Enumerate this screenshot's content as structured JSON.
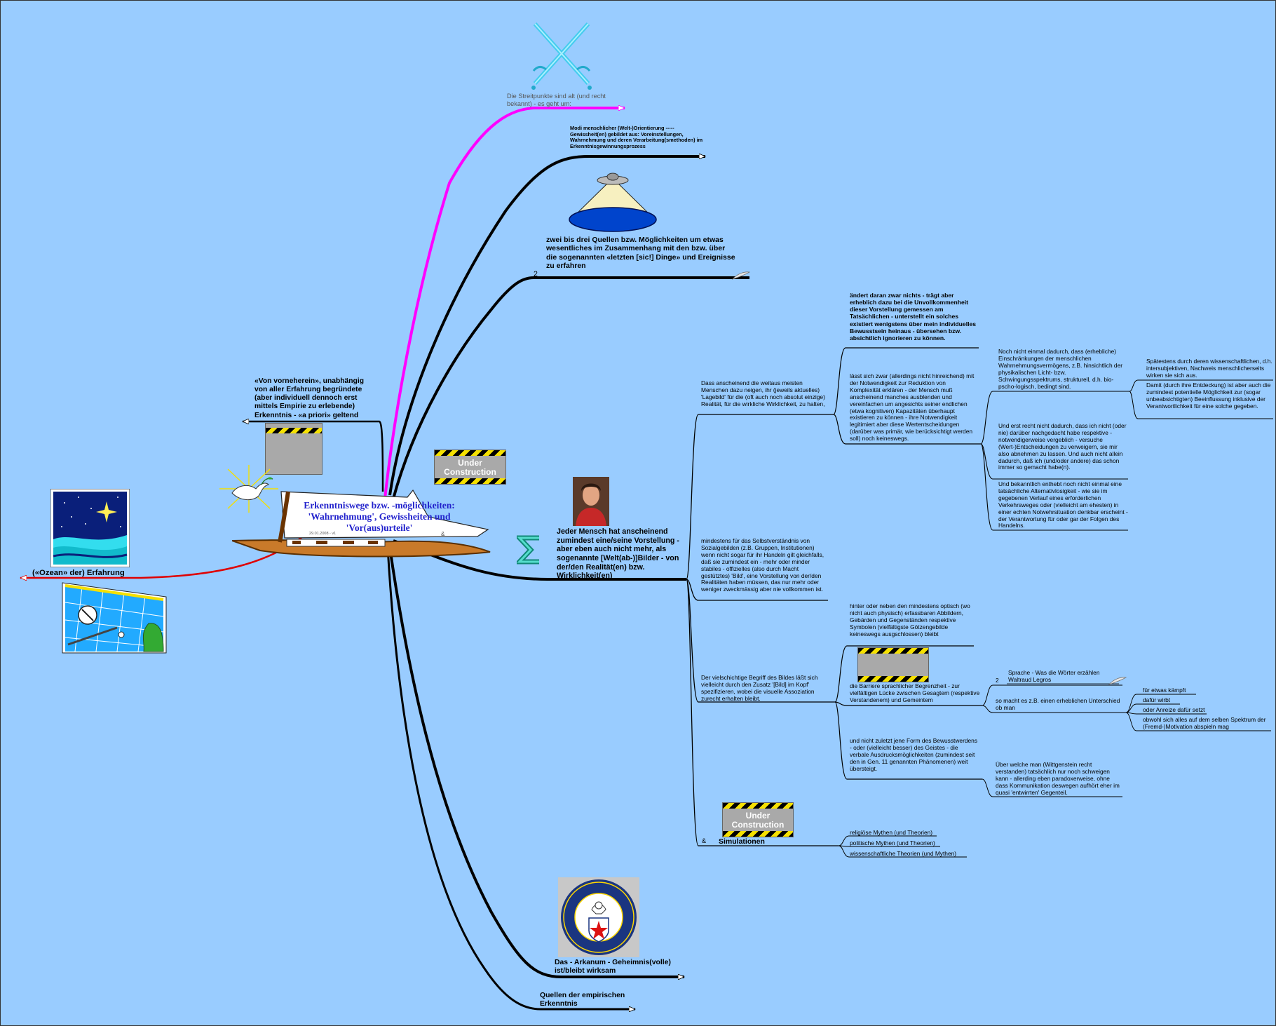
{
  "central": {
    "title": "Erkenntniswege bzw. -möglichkeiten: 'Wahrnehmung', Gewissheiten und 'Vor(aus)urteile'",
    "date": "29.01.2008 - v1",
    "amp": "&"
  },
  "nodes": {
    "streitpunkte": "Die Streitpunkte sind alt (und recht bekannt) - es geht um:",
    "modi": "Modi menschlicher (Welt-)Orientierung ----- Gewissheit(en) gebildet aus: Voreinstellungen, Wahrnehmung und deren Verarbeitung(smethoden) im Erkenntnisgewinnungsprozess",
    "quellen_num": "2",
    "quellen": "zwei bis drei Quellen bzw. Möglichkeiten um etwas wesentliches im Zusammenhang mit den bzw. über die sogenannten «letzten [sic!] Dinge» und Ereignisse zu erfahren",
    "apriori": "«Von vorneherein», unabhängig von aller Erfahrung begründete (aber individuell dennoch erst mittels Empirie zu erlebende) Erkenntnis - «a priori» geltend",
    "ozean": "(«Ozean» der) Erfahrung",
    "mensch": "Jeder Mensch hat anscheinend zumindest eine/seine Vorstellung - aber eben auch nicht mehr, als sogenannte [Welt(ab-)]Bilder - von der/den Realität(en) bzw. Wirklichkeit(en)",
    "arkanum": "Das - Arkanum - Geheimnis(volle) ist/bleibt wirksam",
    "empirisch": "Quellen der empirischen Erkenntnis",
    "dass": "Dass anscheinend die weitaus meisten Menschen dazu neigen, ihr (jeweils aktuelles) 'Lagebild' für die (oft auch noch absolut einzige) Realität, für die wirkliche Wirklichkeit, zu halten,",
    "aendert": "ändert daran zwar nichts - trägt aber erheblich dazu bei die Unvollkommenheit dieser Vorstellung gemessen am Tatsächlichen - unterstellt ein solches existiert wenigstens über mein individuelles Bewusstsein heinaus - übersehen bzw. absichtlich ignorieren zu können.",
    "laesst": "lässt sich zwar (allerdings nicht hinreichend) mit der Notwendigkeit zur Reduktion von Komplexität erklären - der Mensch muß anscheinend manches ausblenden und vereinfachen um angesichts seiner endlichen (etwa kognitiven) Kapazitäten überhaupt existieren zu können - ihre Notwendigkeit legitimiert aber diese Wertentscheidungen (darüber was primär, wie berücksichtigt werden soll) noch keineswegs.",
    "nochnicht": "Noch nicht einmal dadurch, dass (erhebliche) Einschränkungen der menschlichen Wahrnehmungsvermögens, z.B. hinsichtlich der physikalischen Licht- bzw. Schwingungsspektrums, strukturell, d.h. bio-pscho-logisch, bedingt sind.",
    "spaetestens": "Spätestens durch deren wissenschaftlichen, d.h. intersubjektiven, Nachweis menschlicherseits wirken sie sich aus.",
    "damit": "Damit (durch ihre Entdeckung) ist aber auch die zumindest potentielle Möglichkeit zur (sogar unbeabsichtigten) Beeinflussung inklusive der Verantwortlichkeit für eine solche gegeben.",
    "undrecht": "Und erst recht nicht dadurch, dass ich nicht (oder nie) darüber nachgedacht habe respektive - notwendigerweise vergeblich - versuche (Wert-)Entscheidungen zu verweigern, sie mir also abnehmen zu lassen. Und auch nicht allein dadurch, daß ich (und/oder andere) das schon immer so gemacht habe(n).",
    "undbekannt": "Und bekanntlich enthebt noch nicht einmal eine tatsächliche Alternativlosigkeit - wie sie im gegebenen Verlauf eines erforderlichen Verkehrsweges oder (vielleicht am ehesten) in einer echten Notwehrsituation denkbar erscheint - der Verantwortung für oder gar der Folgen des Handelns.",
    "mindestens": "mindestens für das Selbstverständnis von Sozialgebilden (z.B. Gruppen, Institutionen) wenn nicht sogar für ihr Handeln gilt gleichfalls, daß sie zumindest ein - mehr oder minder stabiles - offizielles (also durch Macht gestütztes) 'Bild', eine Vorstellung von der/den Realitäten haben müssen, das nur mehr oder weniger zweckmässig aber nie vollkommen ist.",
    "vielschichtig": "Der vielschichtige Begriff des Bildes läßt sich vielleicht durch den Zusatz '[Bild] im Kopf' spezifizieren, wobei die visuelle Assoziation zurecht erhalten bleibt.",
    "hinter": "hinter oder neben den mindestens optisch (wo nicht auch physisch) erfassbaren Abbildern, Gebärden und Gegenständen respektive Symbolen (vielfältigste Götzengebilde keineswegs ausgschlossen) bleibt",
    "barriere": "die Barriere sprachlicher Begrenzheit - zur vielfältigen Lücke zwischen Gesagtem (respektive Verstandenem) und Gemeintem",
    "sprache_num": "2",
    "sprache": "Sprache - Was die Wörter erzählen Waltraud Legros",
    "somacht": "so macht es z.B. einen erheblichen Unterschied ob man",
    "kaempft": "für etwas kämpft",
    "wirbt": "dafür wirbt",
    "anreize": "oder Anreize dafür setzt",
    "obwohl": "obwohl sich alles auf dem selben Spektrum der (Fremd-)Motivation abspieln mag",
    "zuletzt": "und nicht zuletzt jene Form des Bewusstwerdens - oder (vielleicht besser) des Geistes - die verbale Ausdrucksmöglichkeiten (zumindest seit den in Gen. 11 genannten Phänomenen) weit übersteigt.",
    "ueber": "Über welche man (Wittgenstein recht verstanden) tatsächlich nur noch schweigen kann - allerding eben paradoxerweise, ohne dass Kommunikation deswegen aufhört eher im quasi 'entwirrten' Gegenteil.",
    "sim_amp": "&",
    "simulationen": "Simulationen",
    "religioese": "religiöse Mythen (und Theorien)",
    "politische": "politische Mythen (und Theorien)",
    "wissenschaftliche": "wissenschaftliche Theorien (und Mythen)"
  },
  "under_construction": "Under Construction",
  "colors": {
    "background": "#99ccff",
    "branch": "#000000",
    "magenta_branch": "#ff00ff",
    "red_branch": "#e00000",
    "central_text": "#2222cc"
  },
  "icons": [
    "crossed-swords-icon",
    "ufo-icon",
    "dove-icon",
    "sigma-icon",
    "night-sky-icon",
    "map-compass-icon",
    "cia-seal-icon",
    "person-photo",
    "boat-icon",
    "feather-icon"
  ]
}
